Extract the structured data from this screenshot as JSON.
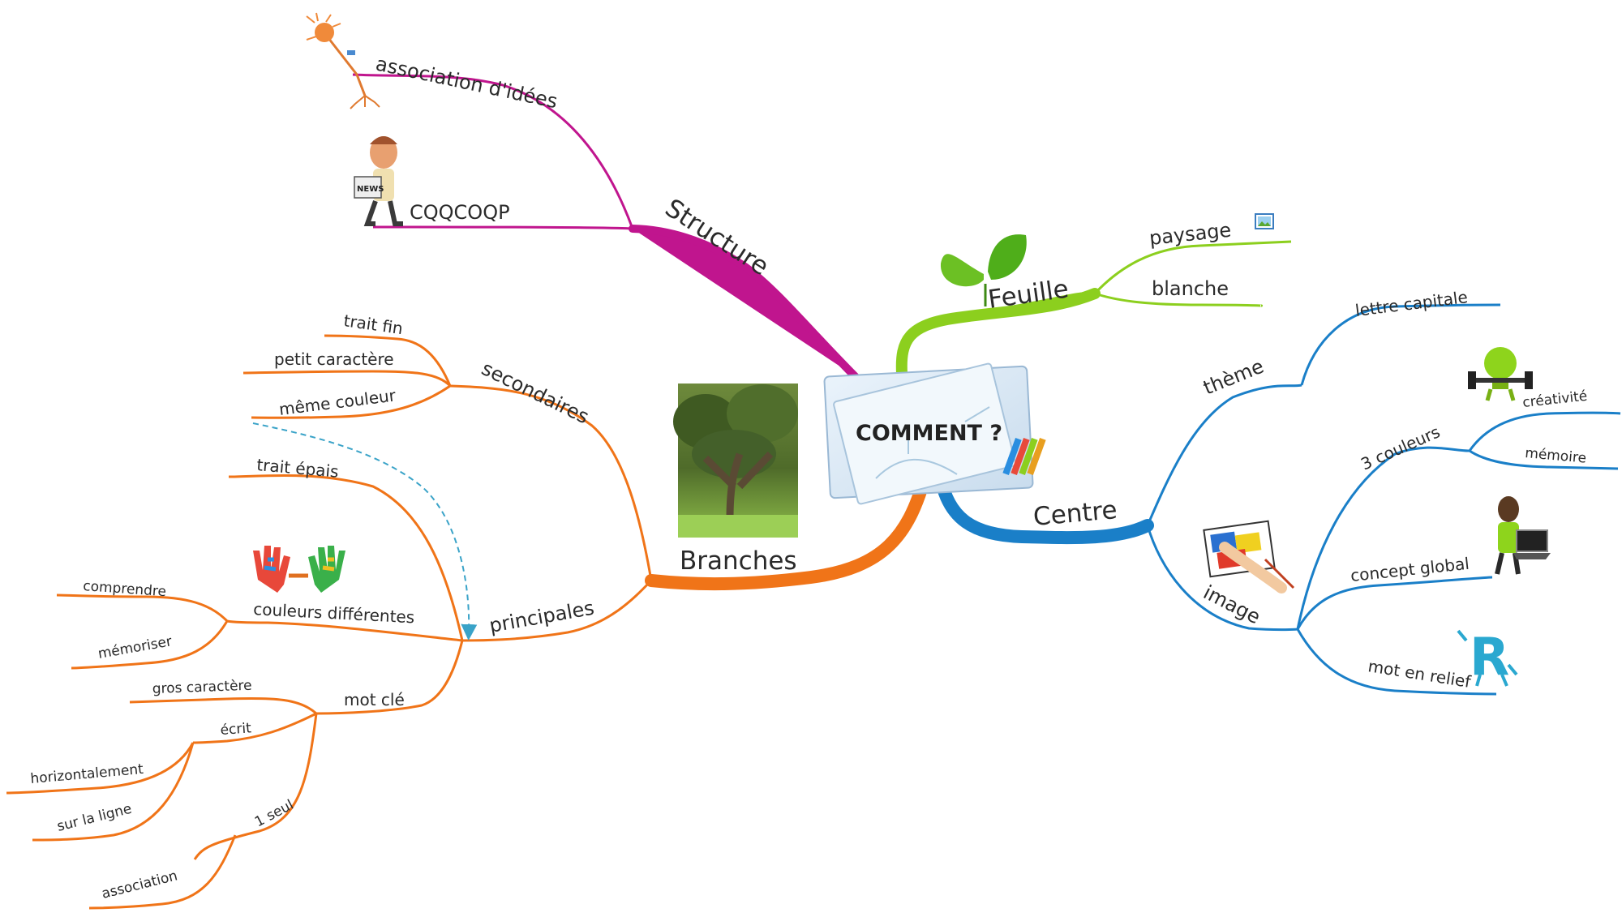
{
  "center": {
    "title": "COMMENT ?"
  },
  "colors": {
    "structure": "#c0158e",
    "feuille": "#8ccf1e",
    "centre": "#1a7fc8",
    "branches": "#f07418",
    "link": "#3aa3c8"
  },
  "branches": {
    "structure": {
      "label": "Structure",
      "children": [
        "association d'idées",
        "CQQCOQP"
      ],
      "icons": [
        "neuron-image",
        "news-man-image"
      ]
    },
    "feuille": {
      "label": "Feuille",
      "children": [
        "paysage",
        "blanche"
      ],
      "icons": [
        "leaf-image",
        "picture-icon"
      ]
    },
    "centre": {
      "label": "Centre",
      "theme": {
        "label": "thème",
        "children": [
          "lettre capitale"
        ]
      },
      "image": {
        "label": "image",
        "children": [
          "3 couleurs",
          "concept global",
          "mot en relief"
        ],
        "trois_couleurs": [
          "créativité",
          "mémoire"
        ]
      },
      "icons": [
        "painter-hand-image",
        "lightbulb-gym-image",
        "presenter-laptop-image",
        "letter-r-image"
      ]
    },
    "branches": {
      "label": "Branches",
      "secondaires": {
        "label": "secondaires",
        "children": [
          "trait fin",
          "petit caractère",
          "même couleur"
        ]
      },
      "principales": {
        "label": "principales",
        "children": [
          "trait épais",
          "couleurs différentes",
          "mot clé"
        ],
        "couleurs": [
          "comprendre",
          "mémoriser"
        ],
        "mot_cle": {
          "children": [
            "gros caractère",
            "écrit",
            "1 seul"
          ],
          "ecrit": [
            "horizontalement",
            "sur la ligne"
          ],
          "un_seul": [
            "association"
          ]
        }
      },
      "icons": [
        "tree-image",
        "painted-hands-image"
      ]
    }
  }
}
